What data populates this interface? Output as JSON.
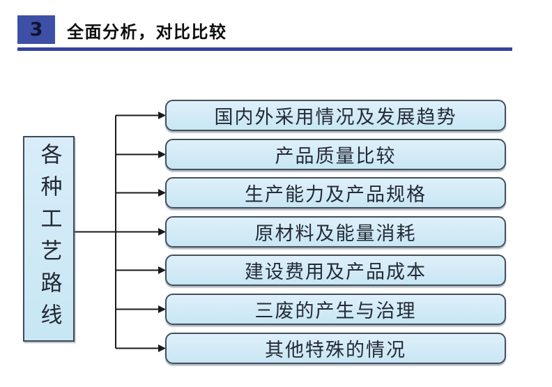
{
  "header": {
    "number": "3",
    "title": "全面分析，对比比较",
    "badge_color": "#3d50a6",
    "underline_color": "#3244a0",
    "title_color": "#0d0d0d"
  },
  "diagram": {
    "source": {
      "label": "各种工艺路线"
    },
    "branches": [
      {
        "label": "国内外采用情况及发展趋势"
      },
      {
        "label": "产品质量比较"
      },
      {
        "label": "生产能力及产品规格"
      },
      {
        "label": "原材料及能量消耗"
      },
      {
        "label": "建设费用及产品成本"
      },
      {
        "label": "三废的产生与治理"
      },
      {
        "label": "其他特殊的情况"
      }
    ],
    "box_fill": "#cfe9f6",
    "box_border": "#43505c",
    "connector_color": "#1a1a1a"
  }
}
